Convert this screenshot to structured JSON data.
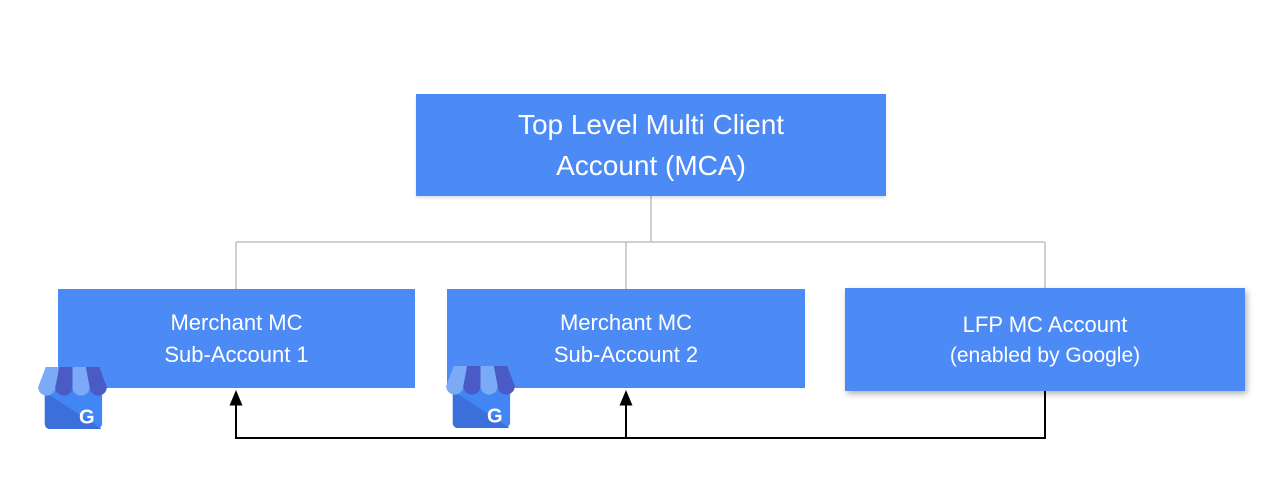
{
  "diagram": {
    "type": "account-hierarchy",
    "nodes": {
      "mca": {
        "line1": "Top Level Multi Client",
        "line2": "Account (MCA)"
      },
      "sub1": {
        "line1": "Merchant MC",
        "line2": "Sub-Account 1"
      },
      "sub2": {
        "line1": "Merchant MC",
        "line2": "Sub-Account 2"
      },
      "lfp": {
        "line1": "LFP MC Account",
        "line2": "(enabled by Google)"
      }
    },
    "edges": {
      "hierarchy": [
        {
          "from": "mca",
          "to": "sub1"
        },
        {
          "from": "mca",
          "to": "sub2"
        },
        {
          "from": "mca",
          "to": "lfp"
        }
      ],
      "data_flow": [
        {
          "from": "lfp",
          "to": "sub1",
          "arrow": true
        },
        {
          "from": "lfp",
          "to": "sub2",
          "arrow": true
        }
      ]
    },
    "icons": {
      "business_profile_letter": "G"
    },
    "colors": {
      "node_fill": "#4c8af5",
      "node_text": "#ffffff",
      "tree_line": "#c1c1c1",
      "flow_line": "#000000",
      "icon_body": "#4285f4",
      "icon_body_shade": "#3b6fd9",
      "icon_awning_light": "#7baaf7",
      "icon_awning_dark": "#4a5bc6",
      "icon_letter": "#ffffff"
    }
  }
}
